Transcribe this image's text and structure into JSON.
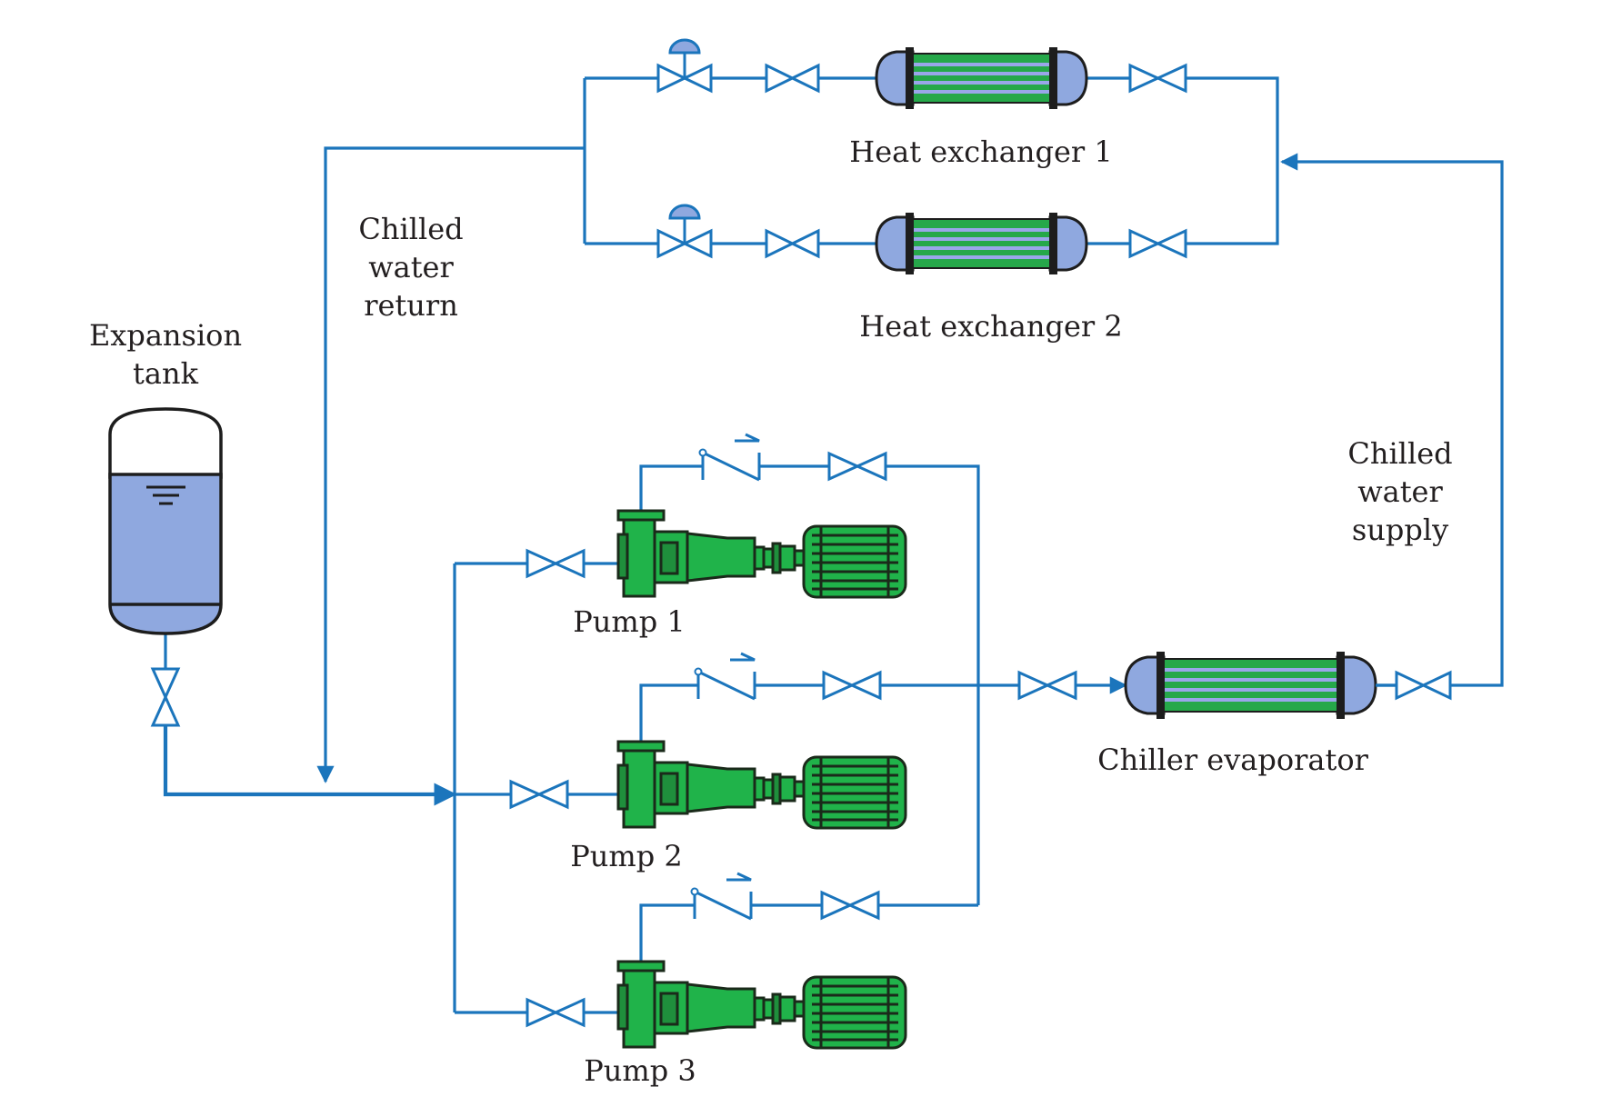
{
  "labels": {
    "expansion_tank": [
      "Expansion",
      "tank"
    ],
    "chilled_water_return": [
      "Chilled",
      "water",
      "return"
    ],
    "chilled_water_supply": [
      "Chilled",
      "water",
      "supply"
    ],
    "heat_exchanger_1": "Heat exchanger 1",
    "heat_exchanger_2": "Heat exchanger 2",
    "chiller_evaporator": "Chiller evaporator",
    "pump_1": "Pump 1",
    "pump_2": "Pump 2",
    "pump_3": "Pump 3"
  },
  "colors": {
    "pipe": "#1b75bc",
    "equipment_green": "#20b34a",
    "water_blue": "#8fa8df",
    "outline": "#1d1d1d"
  }
}
